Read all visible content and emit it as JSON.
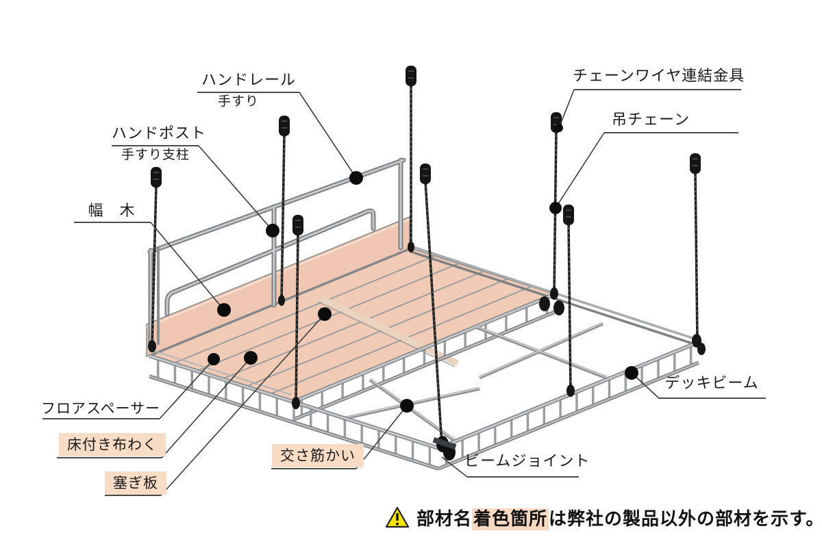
{
  "colors": {
    "floor": "#f2cbb6",
    "toe_board": "#efc6b1",
    "label_highlight": "#f8dcc6",
    "warning_yellow": "#f9e400",
    "metal": "#9a9da0",
    "chain_black": "#1b1b1b"
  },
  "labels": {
    "hand_rail": {
      "main": "ハンドレール",
      "sub": "手すり"
    },
    "hand_post": {
      "main": "ハンドポスト",
      "sub": "手すり支柱"
    },
    "toe_board": {
      "main": "幅　木"
    },
    "floor_spacer": {
      "main": "フロアスペーサー"
    },
    "floor_panel": {
      "main": "床付き布わく"
    },
    "closing_plate": {
      "main": "塞ぎ板"
    },
    "cross_brace": {
      "main": "交さ筋かい"
    },
    "chain_wire_fitting": {
      "main": "チェーンワイヤ連結金具"
    },
    "hanging_chain": {
      "main": "吊チェーン"
    },
    "deck_beam": {
      "main": "デッキビーム"
    },
    "beam_joint": {
      "main": "ビームジョイント"
    }
  },
  "note": {
    "prefix": "部材名",
    "highlight": "着色箇所",
    "suffix": "は弊社の製品以外の部材を示す。"
  }
}
